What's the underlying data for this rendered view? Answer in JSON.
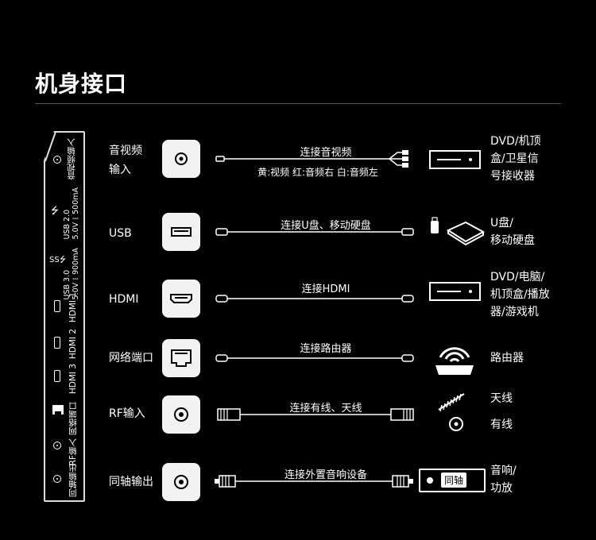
{
  "title": "机身接口",
  "panel": {
    "labels": [
      "音视频输入",
      "USB 2.0\n5.0V⎓500mA",
      "USB 3.0\n5.0V⎓900mA",
      "HDMI 1",
      "HDMI 2",
      "HDMI 3",
      "网络端口",
      "RF输入",
      "同轴输出"
    ],
    "usb2_symbol": "⭍",
    "usb3_symbol": "SS⭍"
  },
  "rows": [
    {
      "label_lines": [
        "音视频",
        "输入"
      ],
      "cable_label": "连接音视频",
      "cable_sub": "黄:视频  红:音频右  白:音频左",
      "device_lines": [
        "DVD/机顶",
        "盒/卫星信",
        "号接收器"
      ]
    },
    {
      "label_lines": [
        "USB"
      ],
      "cable_label": "连接U盘、移动硬盘",
      "device_lines": [
        "U盘/",
        "移动硬盘"
      ]
    },
    {
      "label_lines": [
        "HDMI"
      ],
      "cable_label": "连接HDMI",
      "device_lines": [
        "DVD/电脑/",
        "机顶盒/播放",
        "器/游戏机"
      ]
    },
    {
      "label_lines": [
        "网络端口"
      ],
      "cable_label": "连接路由器",
      "device_lines": [
        "路由器"
      ]
    },
    {
      "label_lines": [
        "RF输入"
      ],
      "cable_label": "连接有线、天线",
      "device_lines": [
        "天线",
        "有线"
      ]
    },
    {
      "label_lines": [
        "同轴输出"
      ],
      "cable_label": "连接外置音响设备",
      "device_lines": [
        "音响/",
        "功放"
      ],
      "device_badge": "同轴"
    }
  ]
}
